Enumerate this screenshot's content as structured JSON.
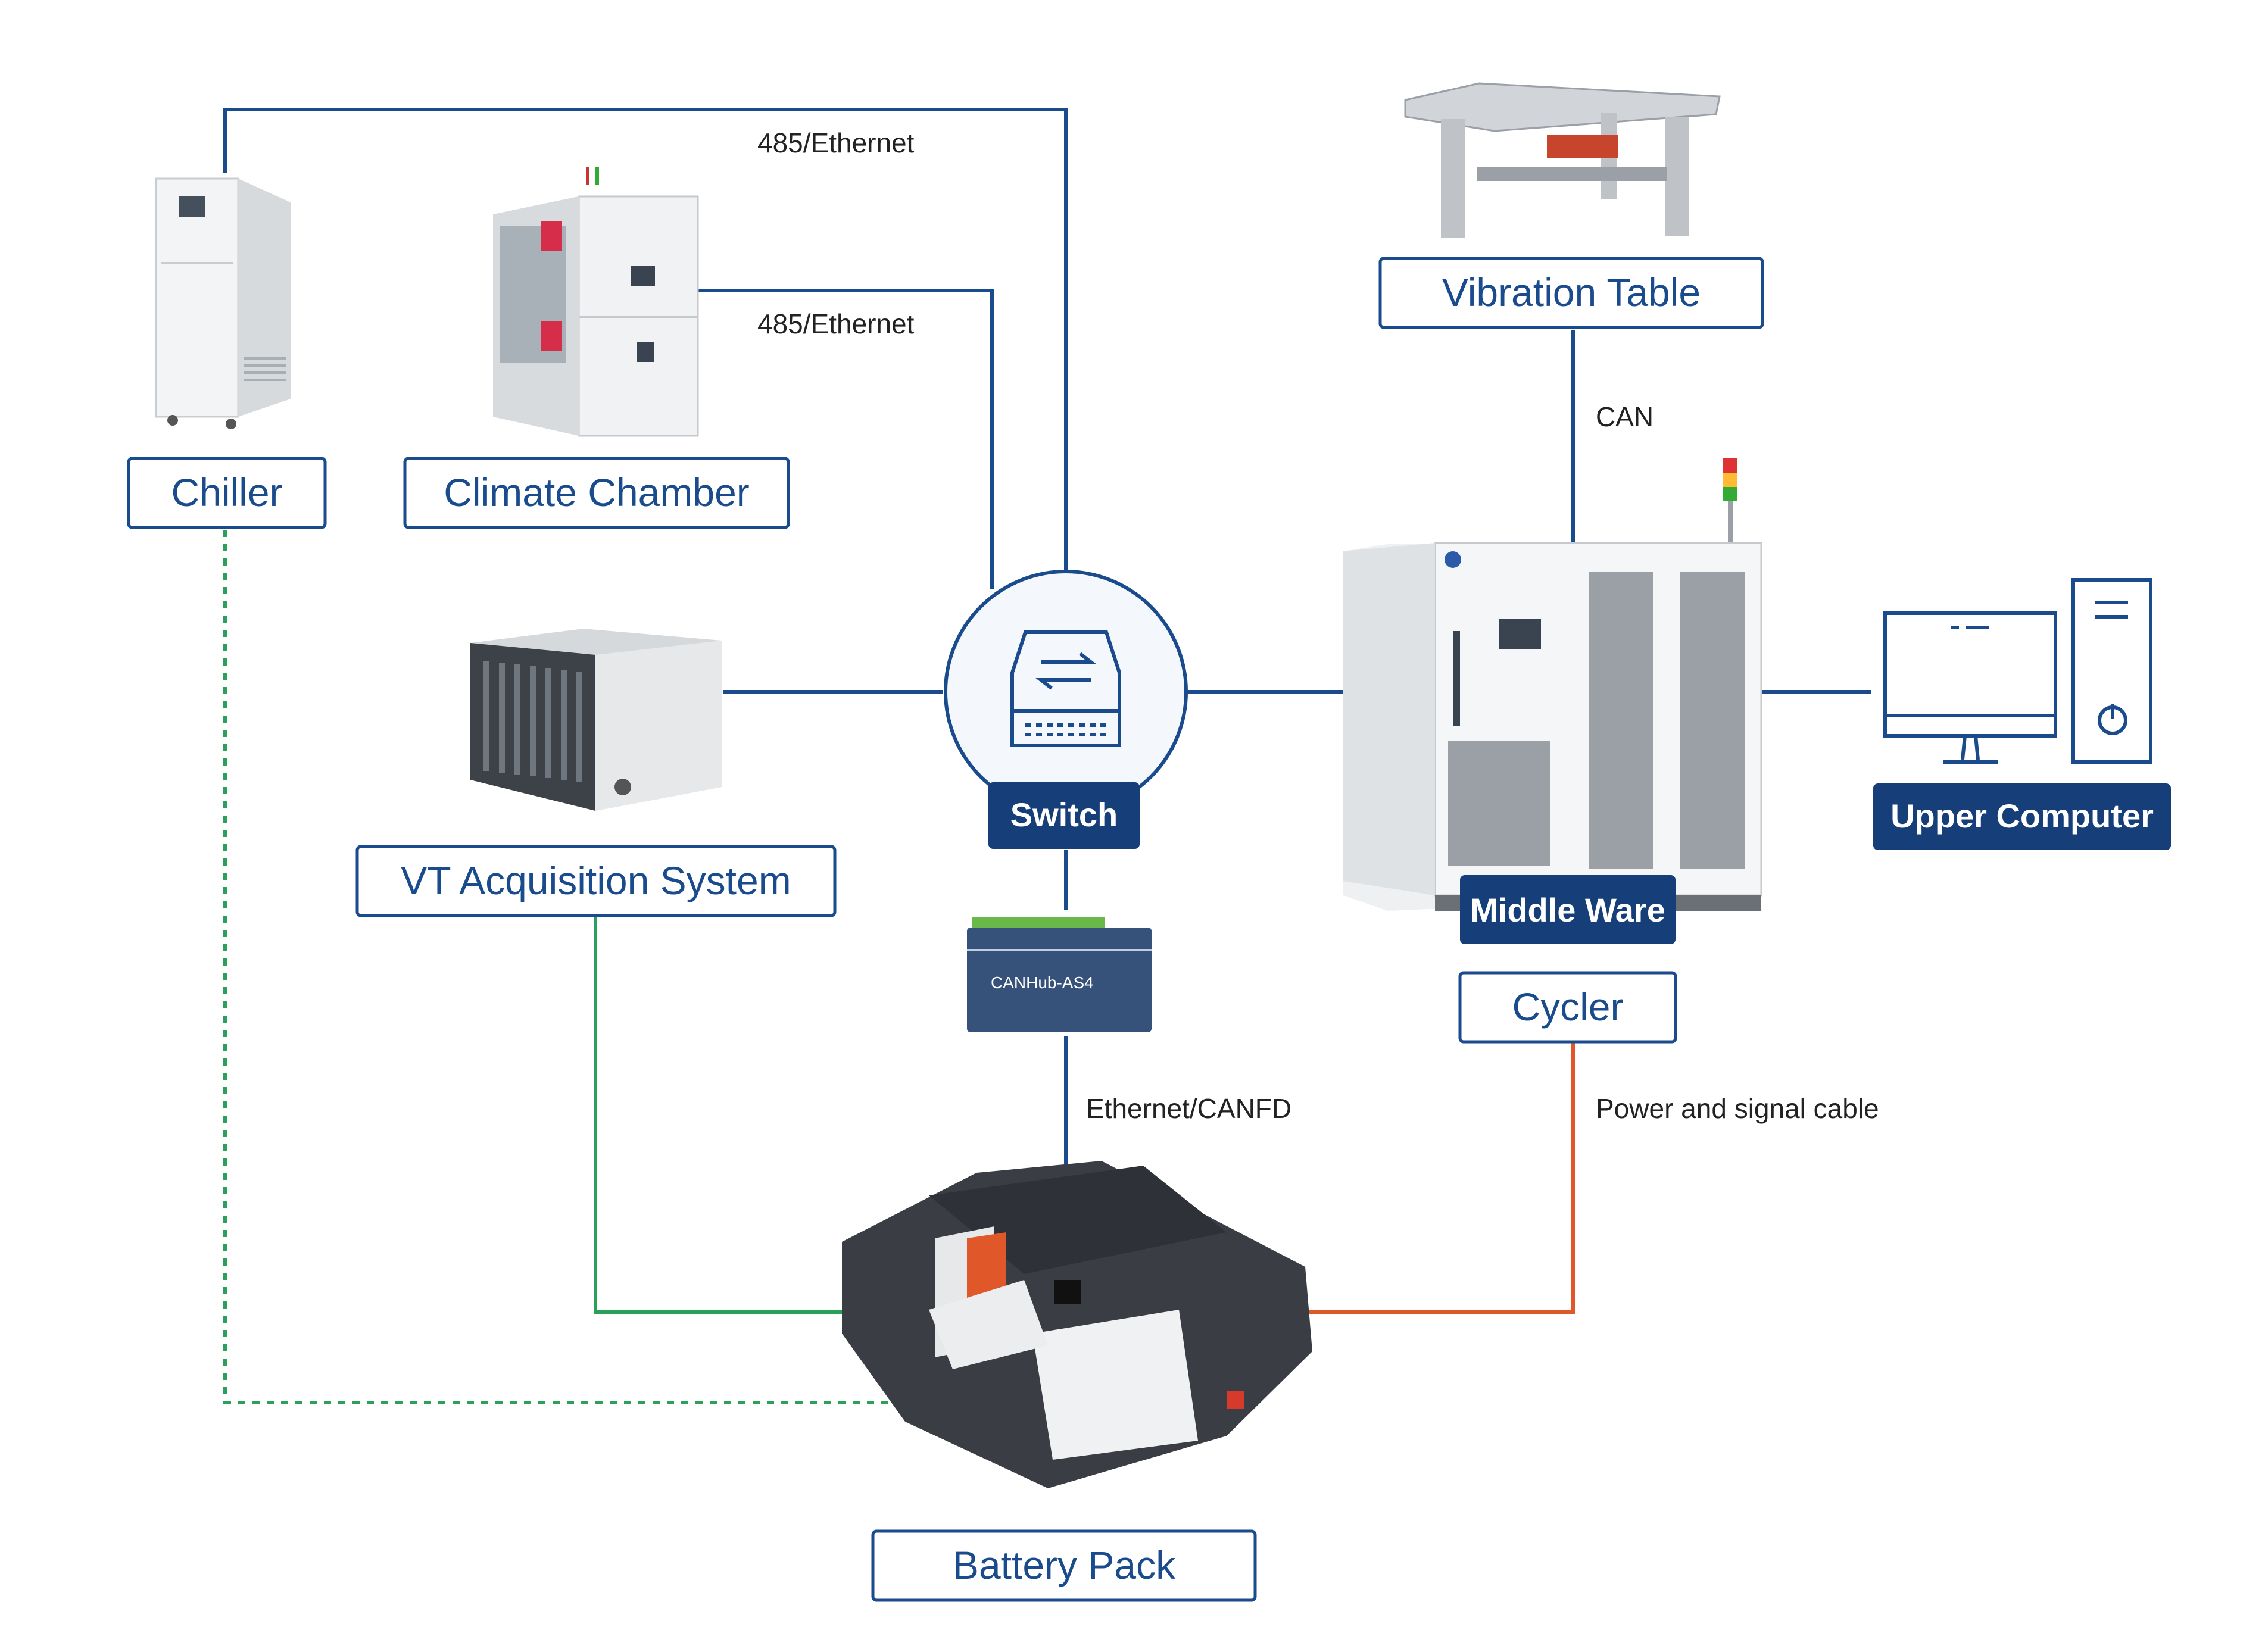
{
  "colors": {
    "navy": "#1a4b8c",
    "navy_dark": "#163f7a",
    "data_green": "#2aa05a",
    "cooling_green": "#2aa05a",
    "power_orange": "#e0582a",
    "line_gray": "#222222"
  },
  "labels": {
    "chiller": "Chiller",
    "climate_chamber": "Climate Chamber",
    "vt_acquisition": "VT Acquisition System",
    "switch": "Switch",
    "vibration_table": "Vibration Table",
    "middle_ware": "Middle Ware",
    "cycler": "Cycler",
    "upper_computer": "Upper Computer",
    "battery_pack": "Battery Pack"
  },
  "connections": {
    "chiller_link": "485/Ethernet",
    "climate_link": "485/Ethernet",
    "vibration_link": "CAN",
    "canhub_link": "Ethernet/CANFD",
    "cycler_link": "Power and signal cable"
  },
  "devices": {
    "canhub_brand": "CANHub-AS4"
  },
  "icons": {
    "switch": "switch-arrows-icon",
    "monitor": "monitor-icon",
    "tower": "pc-tower-icon"
  }
}
